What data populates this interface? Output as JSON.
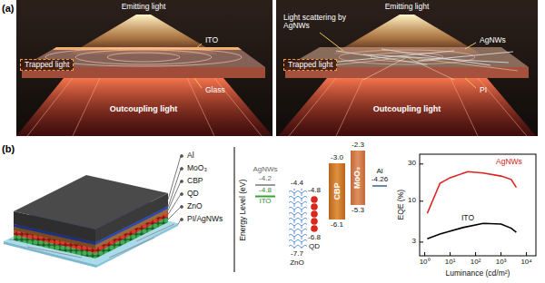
{
  "diagram": {
    "nodes": [
      {
        "text": [
          "Trapped light"
        ]
      },
      {
        "text": [
          "Trapped light"
        ]
      },
      {
        "text": [
          "CBP"
        ]
      },
      {
        "text": [
          "MoO₃"
        ]
      }
    ],
    "labels": [
      "(a)",
      "Emitting light",
      "ITO",
      "Glass",
      "Outcoupling light",
      "Emitting light",
      "Light scattering by AgNWs",
      "AgNWs",
      "PI",
      "Outcoupling light",
      "(b)",
      "Al",
      "MoO₃",
      "CBP",
      "QD",
      "ZnO",
      "PI/AgNWs",
      "Energy Level (eV)",
      "AgNWs",
      "-4.2",
      "-4.8",
      "ITO",
      "-4.4",
      "-7.7",
      "ZnO",
      "-4.8",
      "-6.8",
      "QD",
      "-3.0",
      "-6.1",
      "-2.3",
      "-5.3",
      "Al",
      "-4.26",
      "EQE (%)",
      "30",
      "10",
      "3",
      "10⁰",
      "10¹",
      "10²",
      "10³",
      "10⁴",
      "Luminance (cd/m²)",
      "AgNWs",
      "ITO"
    ]
  }
}
